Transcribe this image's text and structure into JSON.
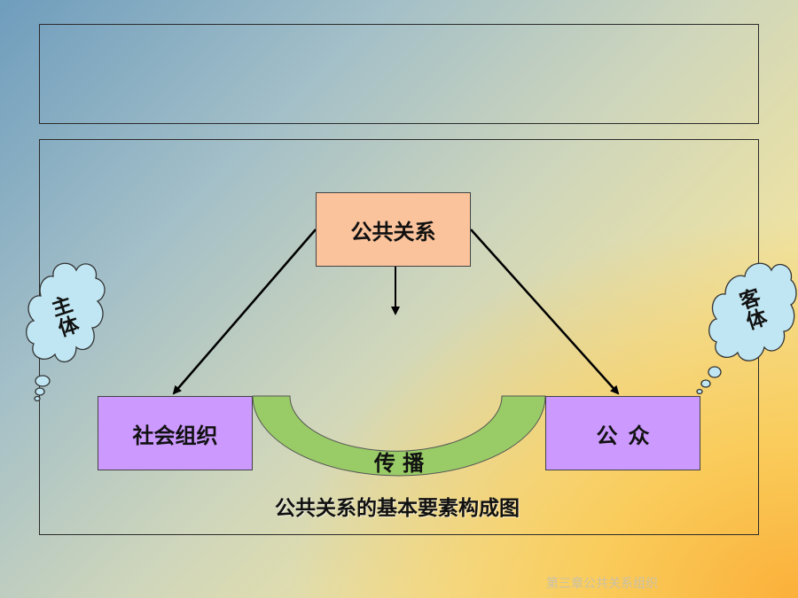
{
  "diagram": {
    "center_box": "公共关系",
    "left_box": "社会组织",
    "right_box": "公众",
    "arc_label": "传 播",
    "left_cloud": [
      "主",
      "体"
    ],
    "right_cloud": [
      "客",
      "体"
    ],
    "caption": "公共关系的基本要素构成图"
  },
  "footer": "第三章公共关系组织",
  "colors": {
    "center_box": "#fbc39b",
    "side_boxes": "#cc99ff",
    "arc": "#99cc66",
    "cloud": "#bfe6f2"
  }
}
